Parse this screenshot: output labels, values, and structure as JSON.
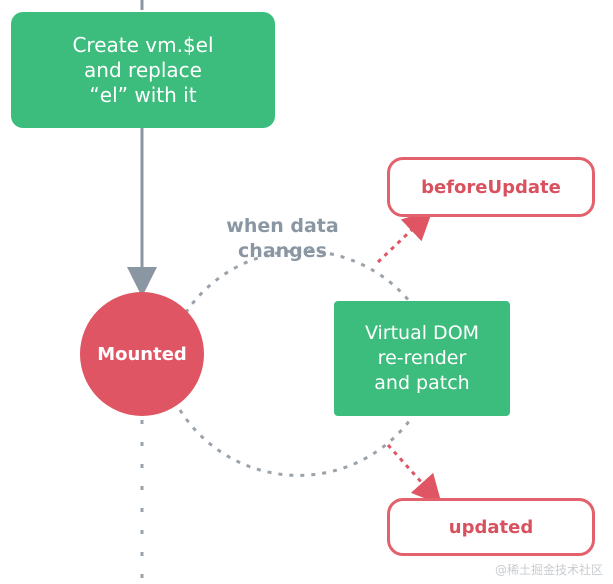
{
  "nodes": {
    "create_el": {
      "lines": [
        "Create vm.$el",
        "and replace",
        "“el” with it"
      ]
    },
    "mounted": {
      "label": "Mounted"
    },
    "before_update": {
      "label": "beforeUpdate"
    },
    "virtual_dom": {
      "lines": [
        "Virtual DOM",
        "re-render",
        "and patch"
      ]
    },
    "updated": {
      "label": "updated"
    }
  },
  "edge_label": {
    "lines": [
      "when data",
      "changes"
    ]
  },
  "watermark": "@稀土掘金技术社区",
  "colors": {
    "green": "#3dbd7d",
    "red": "#e05563",
    "hook_border": "#e2616c",
    "gray_arrow": "#8a97a3",
    "dotted": "#9aa3ab"
  }
}
